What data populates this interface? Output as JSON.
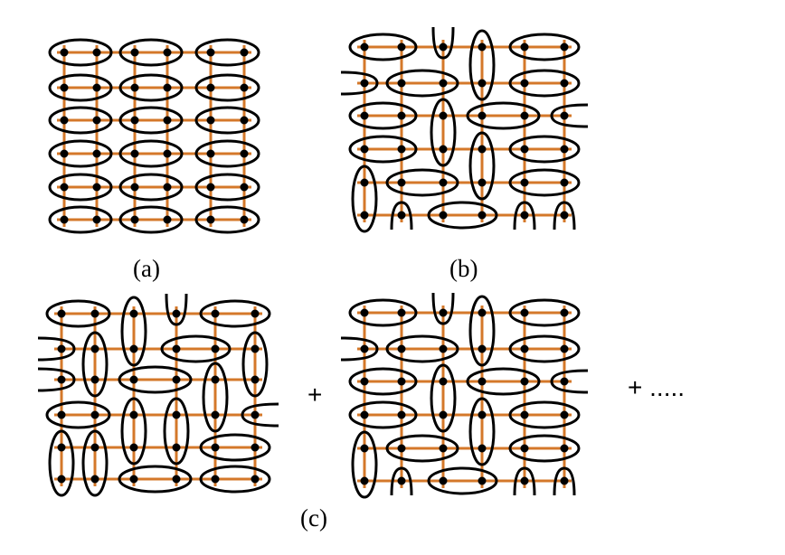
{
  "figure": {
    "colors": {
      "lattice": "#d4782a",
      "dimer": "#000000",
      "site": "#000000",
      "background": "#ffffff"
    },
    "panels": [
      {
        "id": "a",
        "caption": "(a)",
        "description_key": "columnar dimer covering"
      },
      {
        "id": "b",
        "caption": "(b)",
        "description_key": "mixed dimer covering"
      },
      {
        "id": "c1",
        "caption": "(c)"
      },
      {
        "id": "c2",
        "caption": ""
      }
    ],
    "operators": {
      "plus": "+",
      "plus_more": "+ ....."
    }
  }
}
